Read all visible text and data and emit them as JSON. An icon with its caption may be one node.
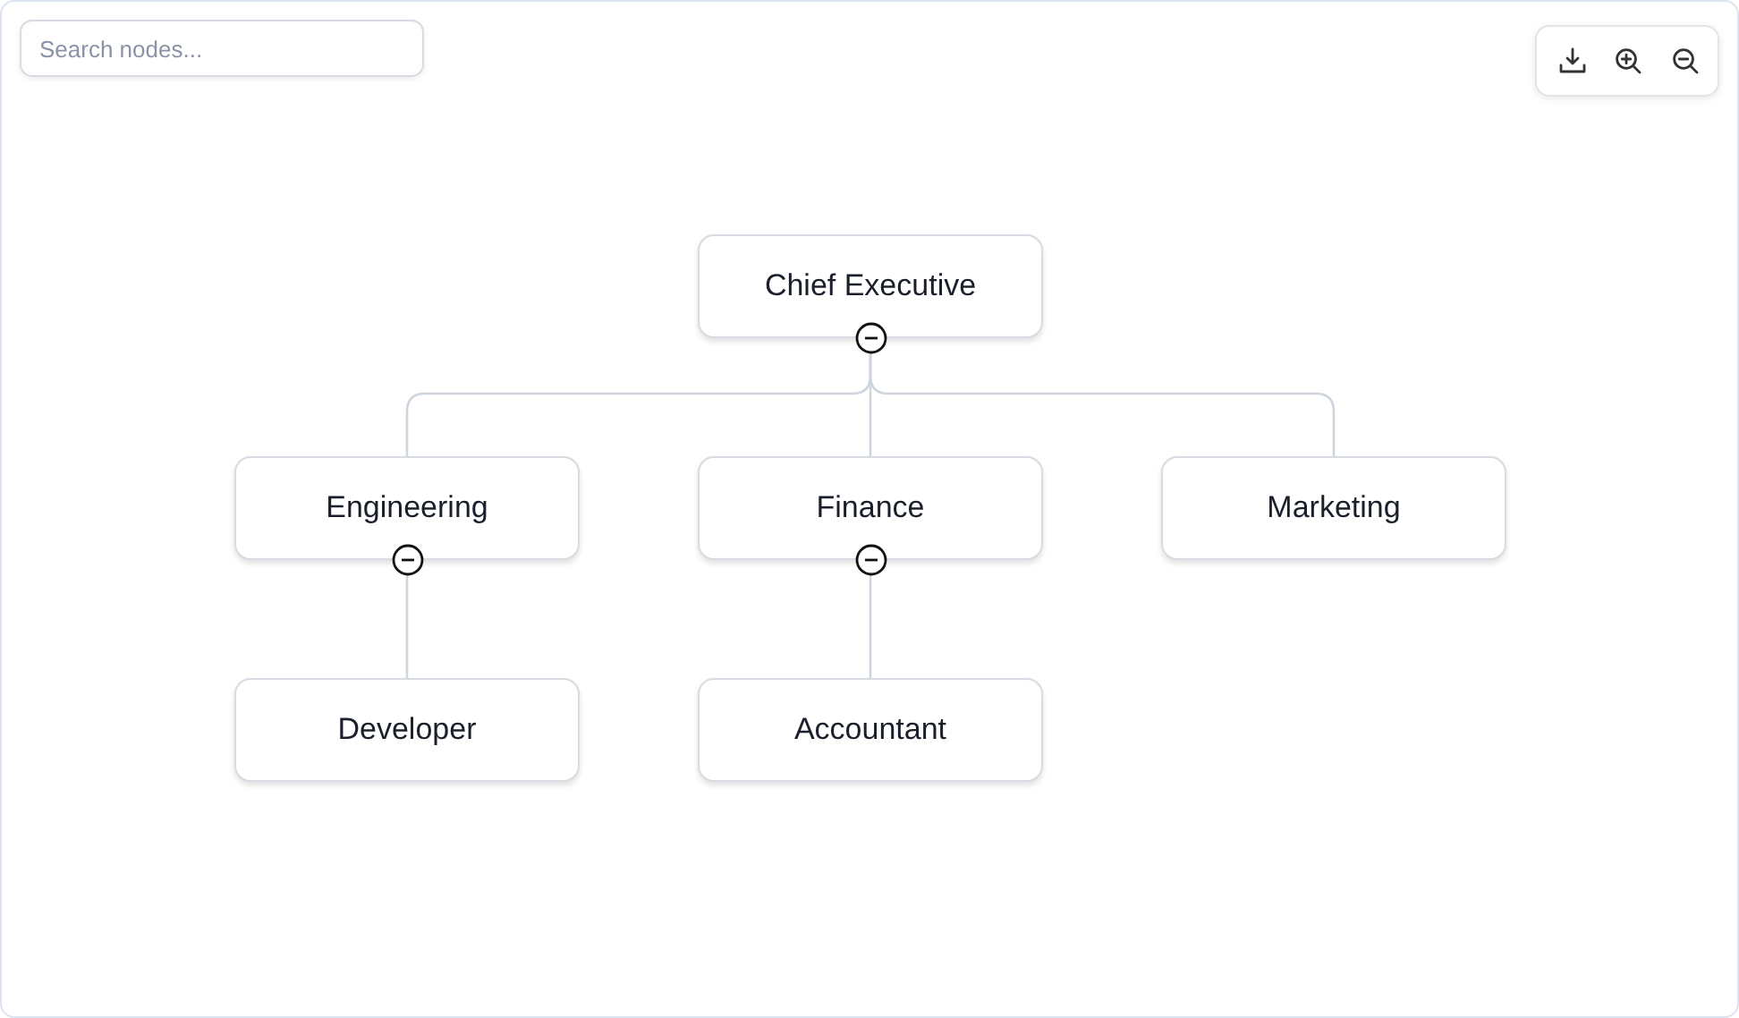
{
  "diagram": {
    "nodes": [
      {
        "text": [
          "Chief Executive"
        ]
      },
      {
        "text": [
          "Engineering"
        ]
      },
      {
        "text": [
          "Finance"
        ]
      },
      {
        "text": [
          "Marketing"
        ]
      },
      {
        "text": [
          "Developer"
        ]
      },
      {
        "text": [
          "Accountant"
        ]
      }
    ],
    "edges": [
      {
        "from": 0,
        "to": 1,
        "arrow": "none"
      },
      {
        "from": 0,
        "to": 2,
        "arrow": "none"
      },
      {
        "from": 0,
        "to": 3,
        "arrow": "none"
      },
      {
        "from": 1,
        "to": 4,
        "arrow": "none"
      },
      {
        "from": 2,
        "to": 5,
        "arrow": "none"
      }
    ],
    "labels": [
      "Search nodes..."
    ]
  }
}
